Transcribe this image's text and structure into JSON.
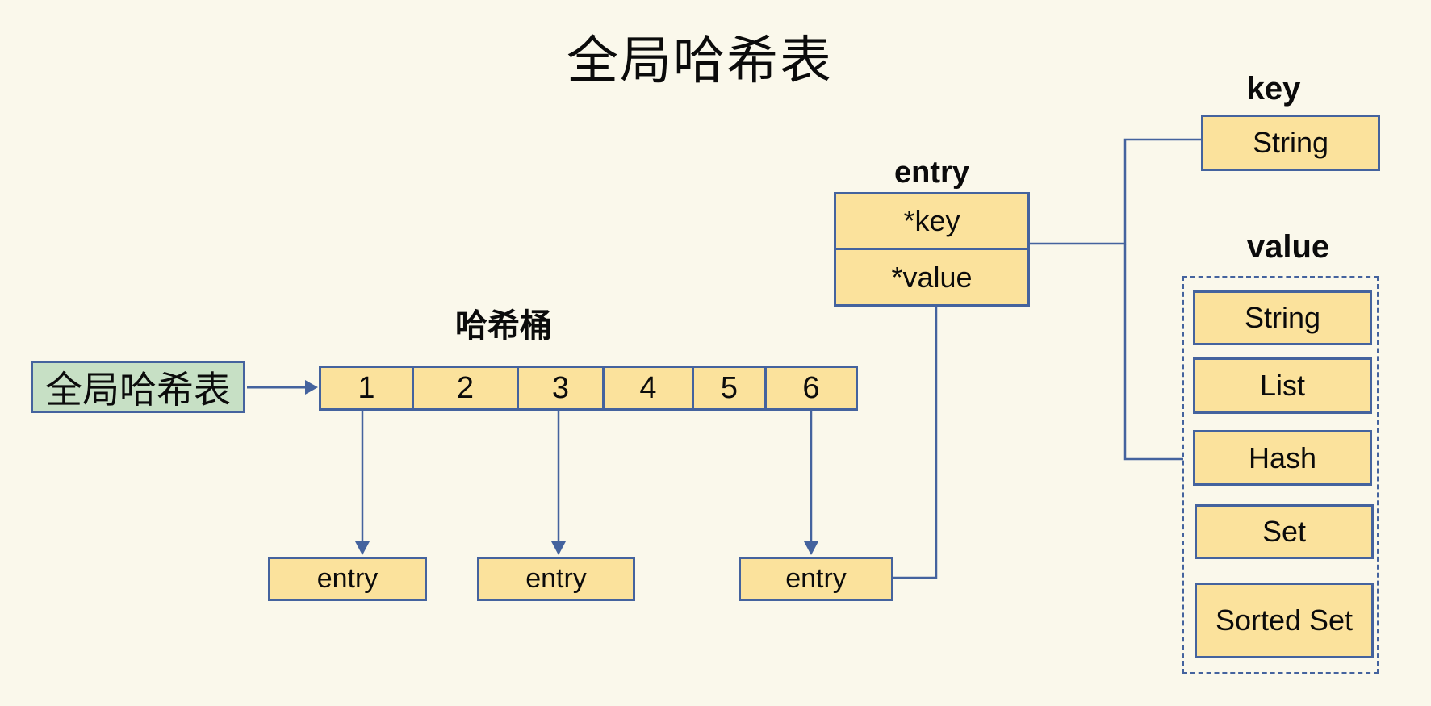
{
  "title": "全局哈希表",
  "global_table": {
    "label": "全局哈希表"
  },
  "bucket": {
    "label": "哈希桶",
    "cells": [
      "1",
      "2",
      "3",
      "4",
      "5",
      "6"
    ]
  },
  "entries": [
    {
      "label": "entry"
    },
    {
      "label": "entry"
    },
    {
      "label": "entry"
    }
  ],
  "entry_struct": {
    "title": "entry",
    "fields": [
      "*key",
      "*value"
    ]
  },
  "key_section": {
    "label": "key",
    "type": "String"
  },
  "value_section": {
    "label": "value",
    "types": [
      "String",
      "List",
      "Hash",
      "Set",
      "Sorted Set"
    ]
  },
  "colors": {
    "background": "#FAF8EB",
    "box_fill": "#FBE29C",
    "box_border": "#44639E",
    "green_fill": "#C7E0C5",
    "line": "#44639E"
  }
}
